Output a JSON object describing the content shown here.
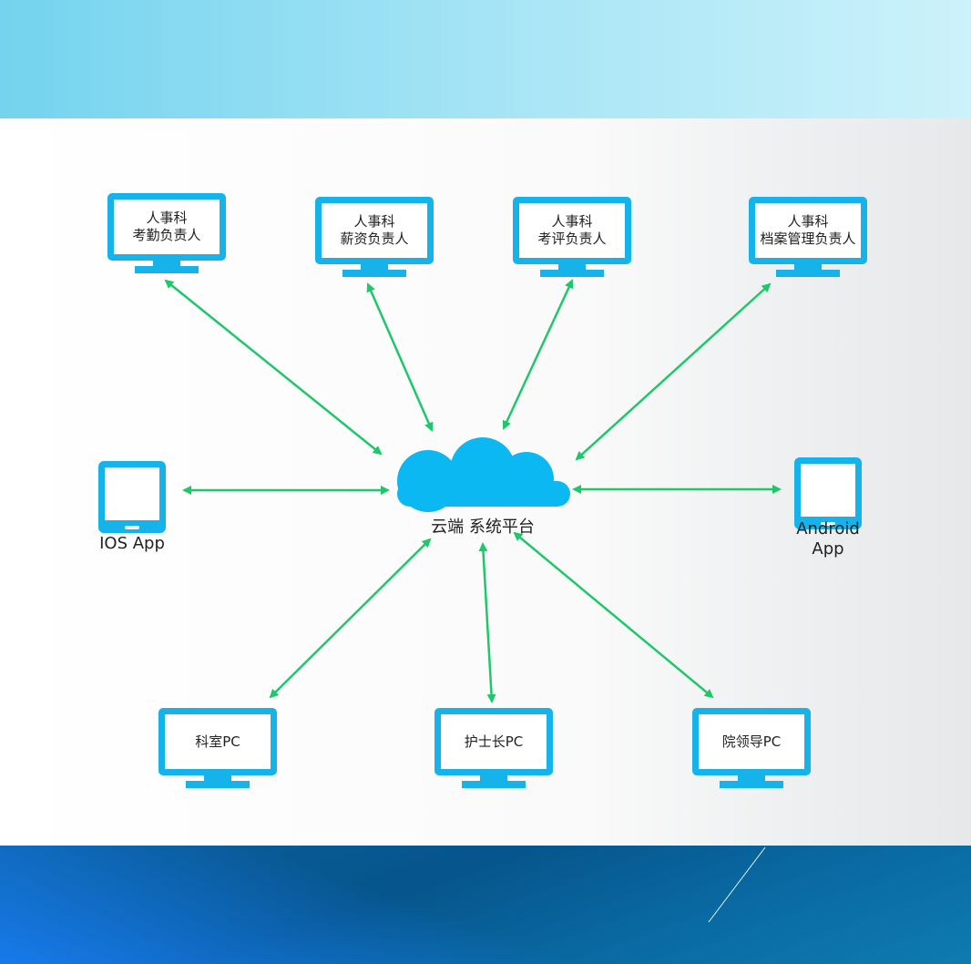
{
  "colors": {
    "accent": "#16b2ea",
    "arrow": "#1ec86a"
  },
  "cloud": {
    "label": "云端 系统平台"
  },
  "top_nodes": [
    {
      "line1": "人事科",
      "line2": "考勤负责人"
    },
    {
      "line1": "人事科",
      "line2": "薪资负责人"
    },
    {
      "line1": "人事科",
      "line2": "考评负责人"
    },
    {
      "line1": "人事科",
      "line2": "档案管理负责人"
    }
  ],
  "side_nodes": {
    "ios": "IOS App",
    "android_line1": "Android",
    "android_line2": "App"
  },
  "bottom_nodes": [
    "科室PC",
    "护士长PC",
    "院领导PC"
  ]
}
